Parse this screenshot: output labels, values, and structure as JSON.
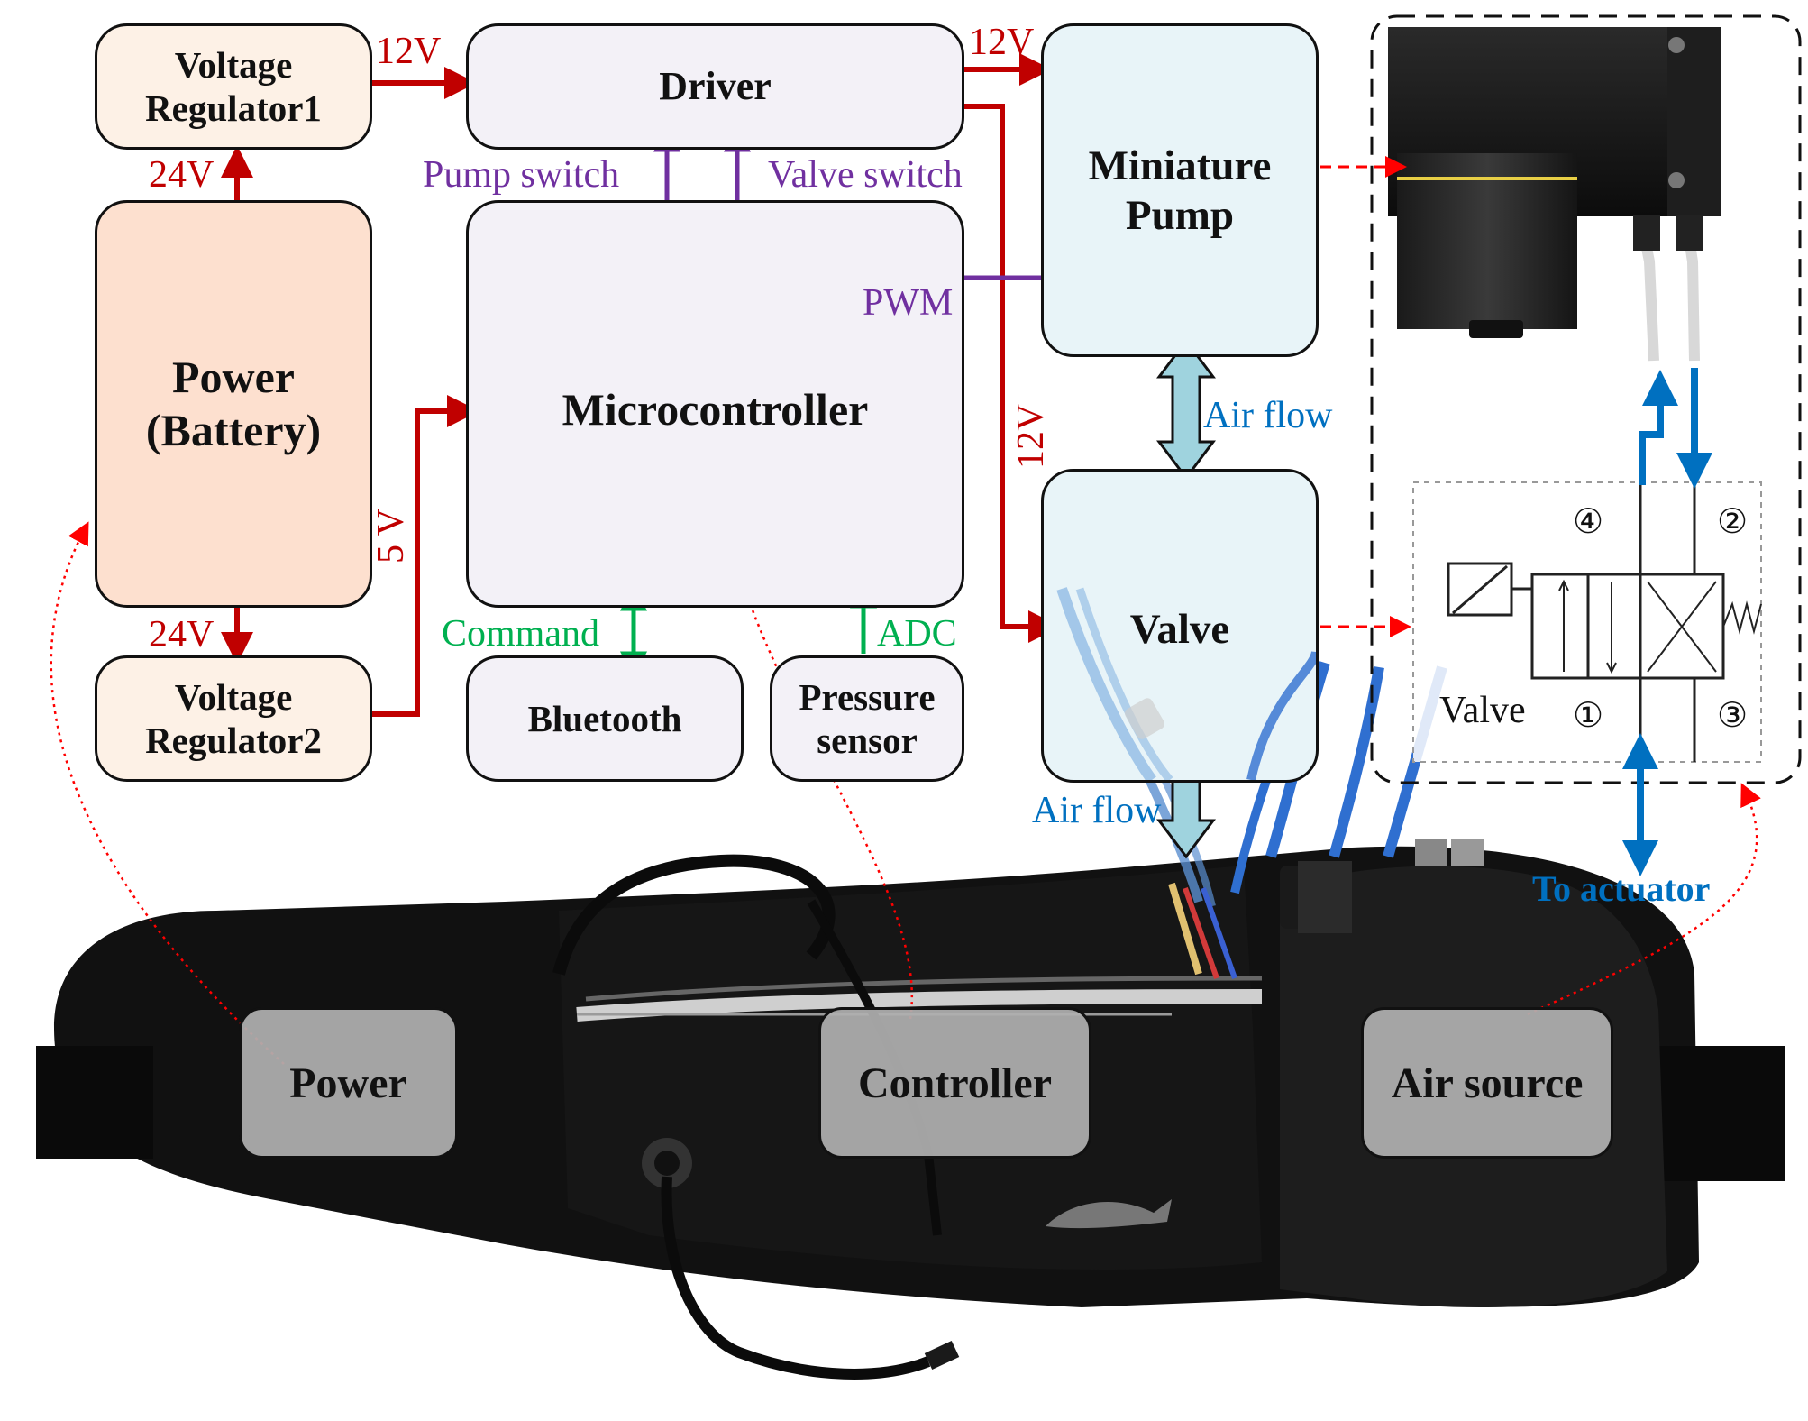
{
  "blocks": {
    "voltage_regulator_1": [
      "Voltage",
      "Regulator1"
    ],
    "power_battery": [
      "Power",
      "(Battery)"
    ],
    "voltage_regulator_2": [
      "Voltage",
      "Regulator2"
    ],
    "driver": "Driver",
    "microcontroller": "Microcontroller",
    "bluetooth": "Bluetooth",
    "pressure_sensor": [
      "Pressure",
      "sensor"
    ],
    "miniature_pump": [
      "Miniature",
      "Pump"
    ],
    "valve": "Valve"
  },
  "signals": {
    "v12_regulator_to_driver": "12V",
    "v24_battery_to_regulator1": "24V",
    "v24_battery_to_regulator2": "24V",
    "v5_regulator2_to_mcu": "5 V",
    "v12_driver_to_pump": "12V",
    "v12_driver_to_valve": "12V",
    "pump_switch": "Pump switch",
    "valve_switch": "Valve switch",
    "pwm": "PWM",
    "command": "Command",
    "adc": "ADC",
    "air_flow_upper": "Air flow",
    "air_flow_lower": "Air flow"
  },
  "valve_schematic": {
    "label": "Valve",
    "ports": [
      "④",
      "②",
      "①",
      "③"
    ],
    "to_actuator": "To actuator"
  },
  "photo_tags": {
    "power": "Power",
    "controller": "Controller",
    "air_source": "Air source"
  },
  "colors": {
    "power_line": "#c00000",
    "control_signal": "#7030a0",
    "data_signal": "#00b050",
    "air_flow": "#0070c0",
    "air_flow_arrow_fill": "#9fd3de",
    "correspondence_link": "#ff0000"
  }
}
